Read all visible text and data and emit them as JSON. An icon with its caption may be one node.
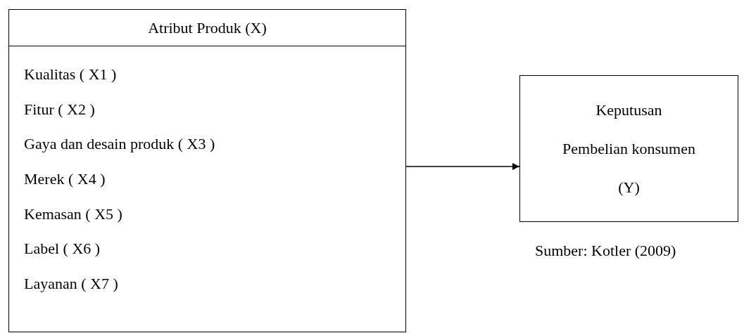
{
  "diagram": {
    "nodes": [
      {
        "text": [
          "Atribut Produk (X)",
          "Kualitas ( X1 )",
          "Fitur ( X2 )",
          "Gaya dan desain produk ( X3 )",
          "Merek ( X4 )",
          "Kemasan ( X5 )",
          "Label ( X6 )",
          "Layanan ( X7 )"
        ]
      },
      {
        "text": [
          "Keputusan",
          "Pembelian konsumen",
          "(Y)"
        ]
      }
    ],
    "edges": [
      {
        "from": 0,
        "to": 1,
        "arrow": "to"
      }
    ],
    "labels": [
      "Sumber: Kotler (2009)"
    ]
  }
}
